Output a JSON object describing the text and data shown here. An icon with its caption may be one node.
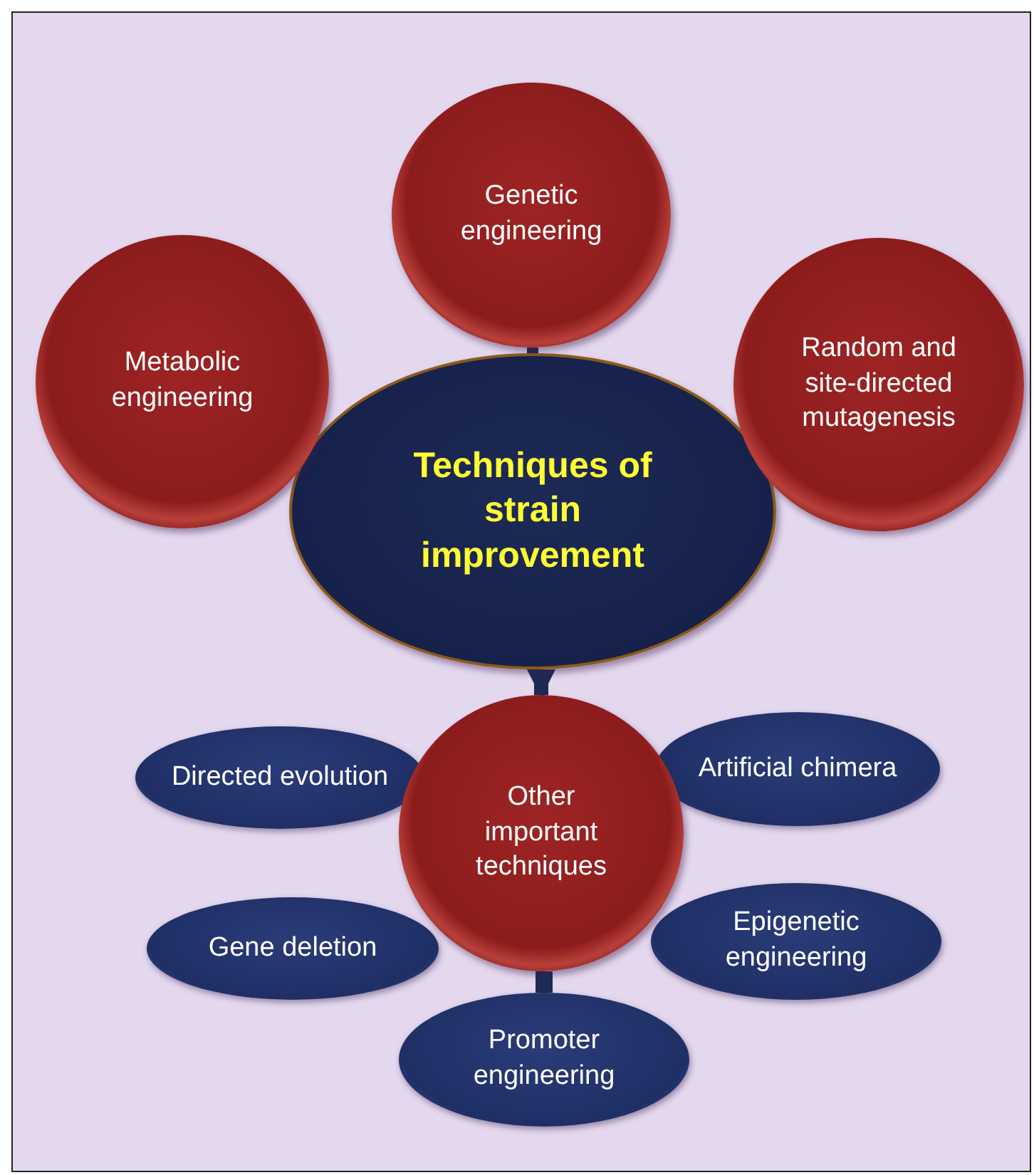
{
  "diagram": {
    "nodes": [
      {
        "text": [
          "Genetic engineering"
        ]
      },
      {
        "text": [
          "Metabolic engineering"
        ]
      },
      {
        "text": [
          "Random and site-directed mutagenesis"
        ]
      },
      {
        "text": [
          "Techniques of strain improvement"
        ]
      },
      {
        "text": [
          "Directed evolution"
        ]
      },
      {
        "text": [
          "Artificial chimera"
        ]
      },
      {
        "text": [
          "Other important techniques"
        ]
      },
      {
        "text": [
          "Gene deletion"
        ]
      },
      {
        "text": [
          "Epigenetic engineering"
        ]
      },
      {
        "text": [
          "Promoter engineering"
        ]
      }
    ],
    "edges": [
      {
        "from": 0,
        "to": 3,
        "arrow": "none"
      },
      {
        "from": 3,
        "to": 6,
        "arrow": "to"
      },
      {
        "from": 6,
        "to": 9,
        "arrow": "none"
      }
    ]
  }
}
